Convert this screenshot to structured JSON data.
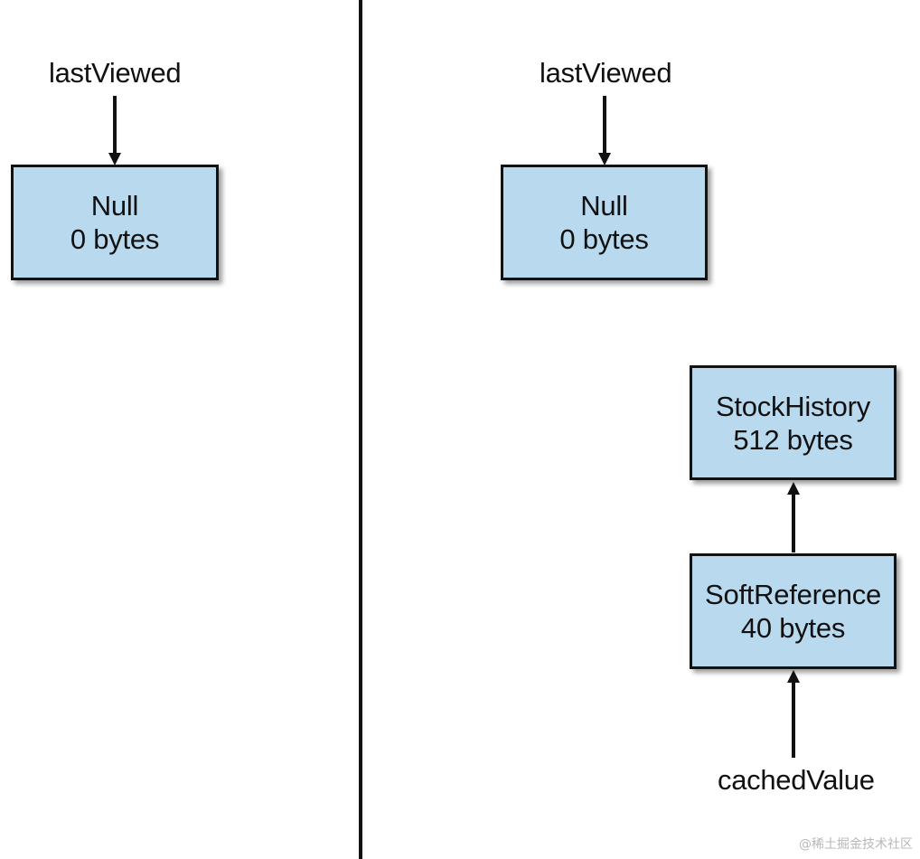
{
  "left_panel": {
    "pointer_label": "lastViewed",
    "null_box": {
      "line1": "Null",
      "line2": "0 bytes"
    }
  },
  "right_panel": {
    "pointer_label": "lastViewed",
    "null_box": {
      "line1": "Null",
      "line2": "0 bytes"
    },
    "stock_history_box": {
      "line1": "StockHistory",
      "line2": "512 bytes"
    },
    "soft_reference_box": {
      "line1": "SoftReference",
      "line2": "40 bytes"
    },
    "cached_value_label": "cachedValue"
  },
  "watermark": "@稀土掘金技术社区",
  "colors": {
    "box_fill": "#b9d9ee",
    "box_border": "#121212",
    "arrow": "#111111",
    "divider": "#111111"
  }
}
